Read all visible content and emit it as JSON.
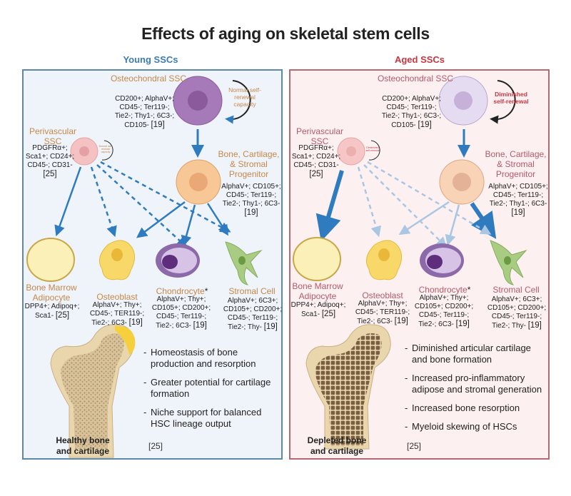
{
  "title": "Effects of aging on skeletal stem cells",
  "colors": {
    "young_accent": "#3b7bb4",
    "young_border": "#5c8aa6",
    "young_bg": "#eff4fb",
    "aged_accent": "#c8363f",
    "aged_border": "#b7696f",
    "aged_bg": "#fcf0f0",
    "young_cell_label": "#c6874a",
    "aged_cell_label": "#b55a6a",
    "arrow_blue": "#2f7bc0"
  },
  "panels": {
    "young": {
      "heading": "Young SSCs",
      "osteochondral": {
        "name": "Osteochondral SSC",
        "markers": [
          "CD200+; AlphaV+;",
          "CD45-; Ter119-;",
          "Tie2-; Thy1-; 6C3-;",
          "CD105-"
        ],
        "ref": "[19]",
        "renewal": "Normal self-renewal capacity"
      },
      "perivascular": {
        "name": "Perivascular SSC",
        "markers": [
          "PDGFRα+;",
          "Sca1+; CD24+;",
          "CD45-; CD31-"
        ],
        "ref": "[25]",
        "renewal": "Normal self-renewal capacity"
      },
      "progenitor": {
        "name": "Bone, Cartilage, & Stromal Progenitor",
        "markers": [
          "AlphaV+; CD105+;",
          "CD45-; Ter119-;",
          "Tie2-; Thy1-; 6C3-"
        ],
        "ref": "[19]"
      },
      "adipocyte": {
        "name": "Bone Marrow Adipocyte",
        "markers": [
          "DPP4+; Adipoq+;",
          "Sca1-"
        ],
        "ref": "[25]"
      },
      "osteoblast": {
        "name": "Osteoblast",
        "markers": [
          "AlphaV+; Thy+;",
          "CD45-; TER119-;",
          "Tie2-; 6C3-"
        ],
        "ref": "[19]"
      },
      "chondrocyte": {
        "name": "Chondrocyte",
        "asterisk": "*",
        "markers": [
          "AlphaV+; Thy+;",
          "CD105+; CD200+;",
          "CD45-; Ter119-;",
          "Tie2-; 6C3-"
        ],
        "ref": "[19]"
      },
      "stromal": {
        "name": "Stromal Cell",
        "markers": [
          "AlphaV+; 6C3+;",
          "CD105+; CD200+;",
          "CD45-; Ter119-;",
          "Tie2-; Thy-"
        ],
        "ref": "[19]"
      },
      "bone_caption": "Healthy bone and cartilage",
      "bullets": [
        "Homeostasis of bone production and resorption",
        "Greater potential for cartilage formation",
        "Niche support for balanced HSC lineage output"
      ],
      "bullets_ref": "[25]"
    },
    "aged": {
      "heading": "Aged SSCs",
      "osteochondral": {
        "name": "Osteochondral SSC",
        "markers": [
          "CD200+; AlphaV+;",
          "CD45-; Ter119-;",
          "Tie2-; Thy1-; 6C3-;",
          "CD105-"
        ],
        "ref": "[19]",
        "renewal": "Diminished self-renewal"
      },
      "perivascular": {
        "name": "Perivascular SSC",
        "markers": [
          "PDGFRα+;",
          "Sca1+; CD24+;",
          "CD45-; CD31-"
        ],
        "ref": "[25]",
        "renewal": "Diminished self-renewal"
      },
      "progenitor": {
        "name": "Bone, Cartilage, & Stromal Progenitor",
        "markers": [
          "AlphaV+; CD105+;",
          "CD45-; Ter119-;",
          "Tie2-; Thy1-; 6C3-"
        ],
        "ref": "[19]"
      },
      "adipocyte": {
        "name": "Bone Marrow Adipocyte",
        "markers": [
          "DPP4+; Adipoq+;",
          "Sca1-"
        ],
        "ref": "[25]"
      },
      "osteoblast": {
        "name": "Osteoblast",
        "markers": [
          "AlphaV+; Thy+;",
          "CD45-; TER119-;",
          "Tie2-; 6C3-"
        ],
        "ref": "[19]"
      },
      "chondrocyte": {
        "name": "Chondrocyte",
        "asterisk": "*",
        "markers": [
          "AlphaV+; Thy+;",
          "CD105+; CD200+;",
          "CD45-; Ter119-;",
          "Tie2-; 6C3-"
        ],
        "ref": "[19]"
      },
      "stromal": {
        "name": "Stromal Cell",
        "markers": [
          "AlphaV+; 6C3+;",
          "CD105+; CD200+;",
          "CD45-; Ter119-;",
          "Tie2-; Thy-"
        ],
        "ref": "[19]"
      },
      "bone_caption": "Depleted bone and cartilage",
      "bullets": [
        "Diminished articular cartilage and bone formation",
        "Increased pro-inflammatory adipose and stromal generation",
        "Increased bone resorption",
        "Myeloid skewing of HSCs"
      ],
      "bullets_ref": "[25]"
    }
  }
}
